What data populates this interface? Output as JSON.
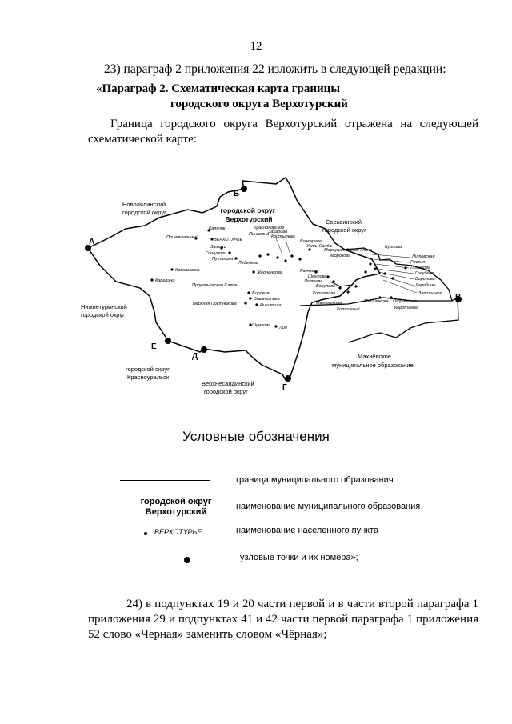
{
  "page_number": "12",
  "item_23": "23) параграф 2 приложения 22 изложить в следующей редакции:",
  "heading": {
    "line1": "«Параграф 2. Схематическая карта границы",
    "line2": "городского округа Верхотурский"
  },
  "intro": "Граница городского округа Верхотурский отражена на следующей схематической карте:",
  "map": {
    "main_title": [
      "городской округ",
      "Верхотурский"
    ],
    "neighbors": {
      "novolyalinsky": [
        "Новолялинский",
        "городской округ"
      ],
      "sosvinsky": [
        "Сосьвинский",
        "городской округ"
      ],
      "nizhneturinsky": [
        "Нижнетуринский",
        "городской округ"
      ],
      "krasnouralsk": [
        "городской округ",
        "Красноуральск"
      ],
      "verkhnesaldinsky": [
        "Верхнесалдинский",
        "городской округ"
      ],
      "makhnevskoe": [
        "Махнёвское",
        "муниципальное образование"
      ]
    },
    "nodes": [
      "А",
      "Б",
      "В",
      "Г",
      "Д",
      "Е"
    ],
    "settlements": [
      "Калачик",
      "Привокзальный",
      "ВЕРХОТУРЬЕ",
      "Зашихи",
      "Глазуново",
      "Путилова",
      "Лебедева",
      "Красногорское",
      "Пинаевна",
      "Захарова",
      "Костылева",
      "Бочкарева",
      "Усть-Салда",
      "Маркушино",
      "Белая Глина",
      "Морозова",
      "Бурлова",
      "Литовская",
      "Россия",
      "Лобанова",
      "Голубева",
      "Воронова",
      "Дерябино",
      "Запольская",
      "Косолманка",
      "Карелино",
      "Прокопьевская Салда",
      "Жерненкова",
      "Рычкова",
      "Шмурова",
      "Лаптева",
      "Вакулова",
      "Кордюкова",
      "Мыльникова",
      "Кирпичный",
      "Мерзлякова",
      "Отрадново",
      "Коротаева",
      "Боровая",
      "Эльмостика",
      "Никитина",
      "Верхняя Постникова",
      "Шумкова",
      "Лия"
    ]
  },
  "legend": {
    "title": "Условные обозначения",
    "border": "граница муниципального образования",
    "mo_name_sample": [
      "городской округ",
      "Верхотурский"
    ],
    "mo_name": "наименование муниципального образования",
    "settlement_sample": "ВЕРХОТУРЬЕ",
    "settlement": "наименование населенного пункта",
    "nodes": "узловые точки и их номера»;"
  },
  "item_24": "24) в подпунктах 19 и 20 части первой и в части второй параграфа 1 приложения 29 и подпунктах 41 и 42 части первой параграфа 1 приложения 52 слово «Черная» заменить словом «Чёрная»;"
}
